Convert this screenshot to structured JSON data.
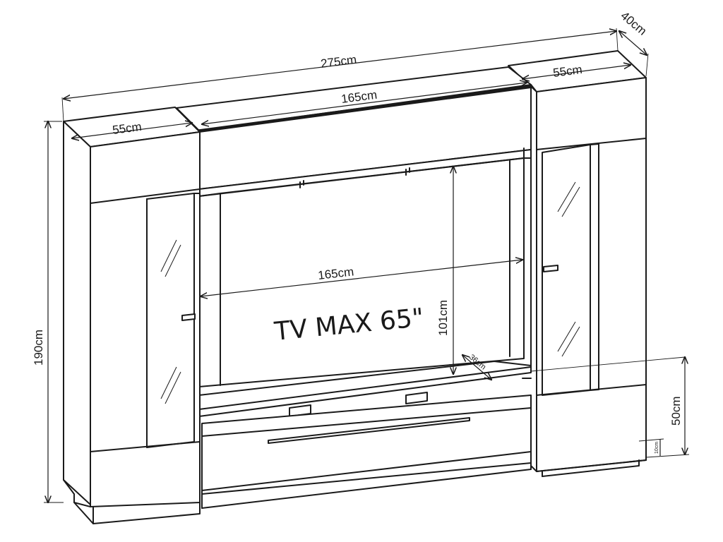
{
  "diagram": {
    "tv_label": "TV MAX 65\"",
    "dimensions": {
      "total_width": "275cm",
      "depth": "40cm",
      "left_cabinet_width": "55cm",
      "right_cabinet_width": "55cm",
      "top_bridge_width": "165cm",
      "tv_niche_width": "165cm",
      "tv_niche_height": "101cm",
      "shelf_depth": "36cm",
      "total_height": "190cm",
      "base_height": "50cm",
      "plinth_height": "10cm"
    }
  }
}
